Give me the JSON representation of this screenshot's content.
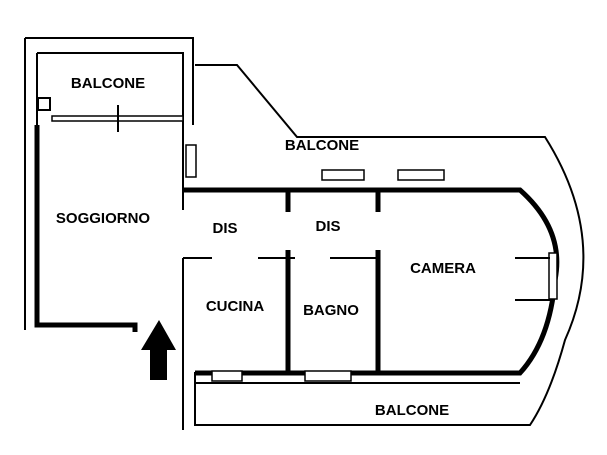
{
  "rooms": {
    "balcone_top_left": "BALCONE",
    "balcone_top": "BALCONE",
    "soggiorno": "SOGGIORNO",
    "dis_1": "DIS",
    "dis_2": "DIS",
    "camera": "CAMERA",
    "cucina": "CUCINA",
    "bagno": "BAGNO",
    "balcone_bottom": "BALCONE"
  },
  "colors": {
    "ink": "#000000",
    "paper": "#ffffff"
  },
  "entrance_icon": "arrow-up-icon"
}
